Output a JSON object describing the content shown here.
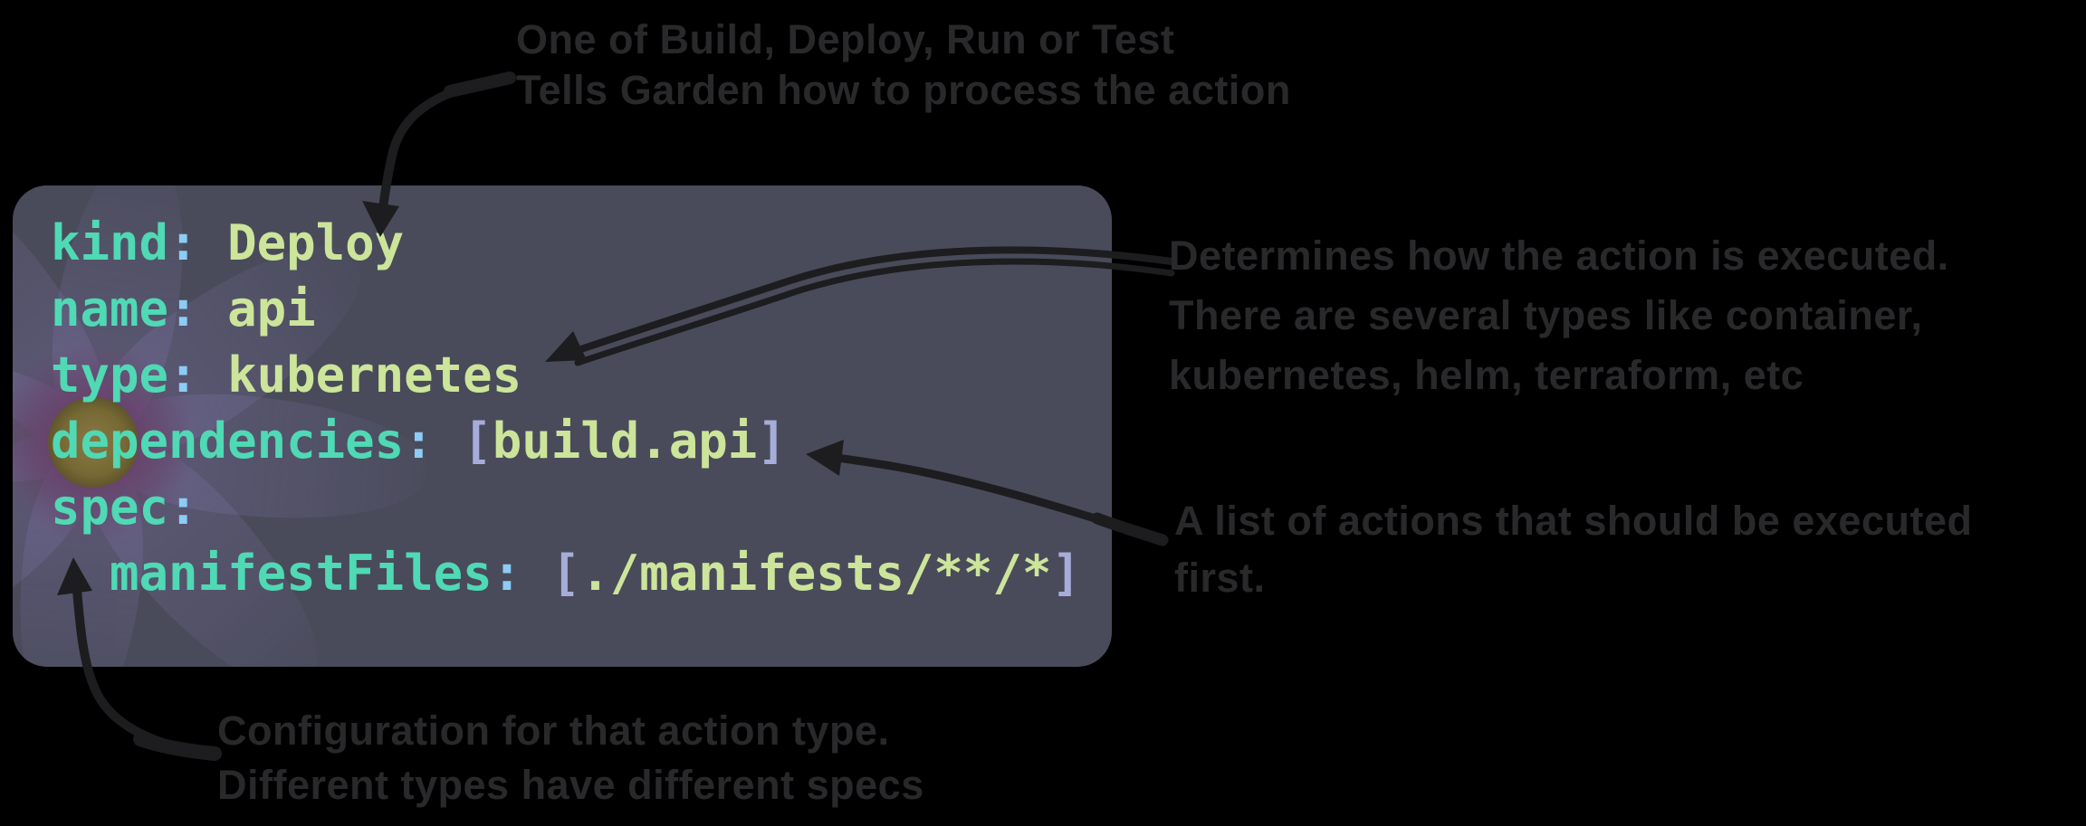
{
  "colors": {
    "background": "#000000",
    "panel_bg": "#494b5a",
    "key": "#4fd9b4",
    "colon": "#8cccf5",
    "value": "#cce59a",
    "bracket": "#a7add9",
    "annotation_text": "#29292b",
    "arrow": "#1d1d1f"
  },
  "code_panel": {
    "language": "yaml",
    "lines": [
      [
        {
          "c": "key",
          "t": "kind"
        },
        {
          "c": "colon",
          "t": ":"
        },
        {
          "c": "sp",
          "t": " "
        },
        {
          "c": "val",
          "t": "Deploy"
        }
      ],
      [
        {
          "c": "key",
          "t": "name"
        },
        {
          "c": "colon",
          "t": ":"
        },
        {
          "c": "sp",
          "t": " "
        },
        {
          "c": "val",
          "t": "api"
        }
      ],
      [
        {
          "c": "key",
          "t": "type"
        },
        {
          "c": "colon",
          "t": ":"
        },
        {
          "c": "sp",
          "t": " "
        },
        {
          "c": "val",
          "t": "kubernetes"
        }
      ],
      [
        {
          "c": "key",
          "t": "dependencies"
        },
        {
          "c": "colon",
          "t": ":"
        },
        {
          "c": "sp",
          "t": " "
        },
        {
          "c": "bracket",
          "t": "["
        },
        {
          "c": "val",
          "t": "build.api"
        },
        {
          "c": "bracket",
          "t": "]"
        }
      ],
      [
        {
          "c": "key",
          "t": "spec"
        },
        {
          "c": "colon",
          "t": ":"
        }
      ],
      [
        {
          "c": "sp",
          "t": "  "
        },
        {
          "c": "key",
          "t": "manifestFiles"
        },
        {
          "c": "colon",
          "t": ":"
        },
        {
          "c": "sp",
          "t": " "
        },
        {
          "c": "bracket",
          "t": "["
        },
        {
          "c": "val",
          "t": "./manifests/**/*"
        },
        {
          "c": "bracket",
          "t": "]"
        }
      ]
    ]
  },
  "annotations": {
    "kind_note": {
      "line1": "One of Build, Deploy, Run or Test",
      "line2": "Tells Garden how to process the action"
    },
    "type_note": {
      "line1": "Determines how the action is executed.",
      "line2": "There are several types like container,",
      "line3": "kubernetes, helm, terraform, etc"
    },
    "dependencies_note": {
      "line1": "A list of actions that should be executed",
      "line2": "first."
    },
    "spec_note": {
      "line1": "Configuration for that action type.",
      "line2": "Different types have different specs"
    }
  }
}
